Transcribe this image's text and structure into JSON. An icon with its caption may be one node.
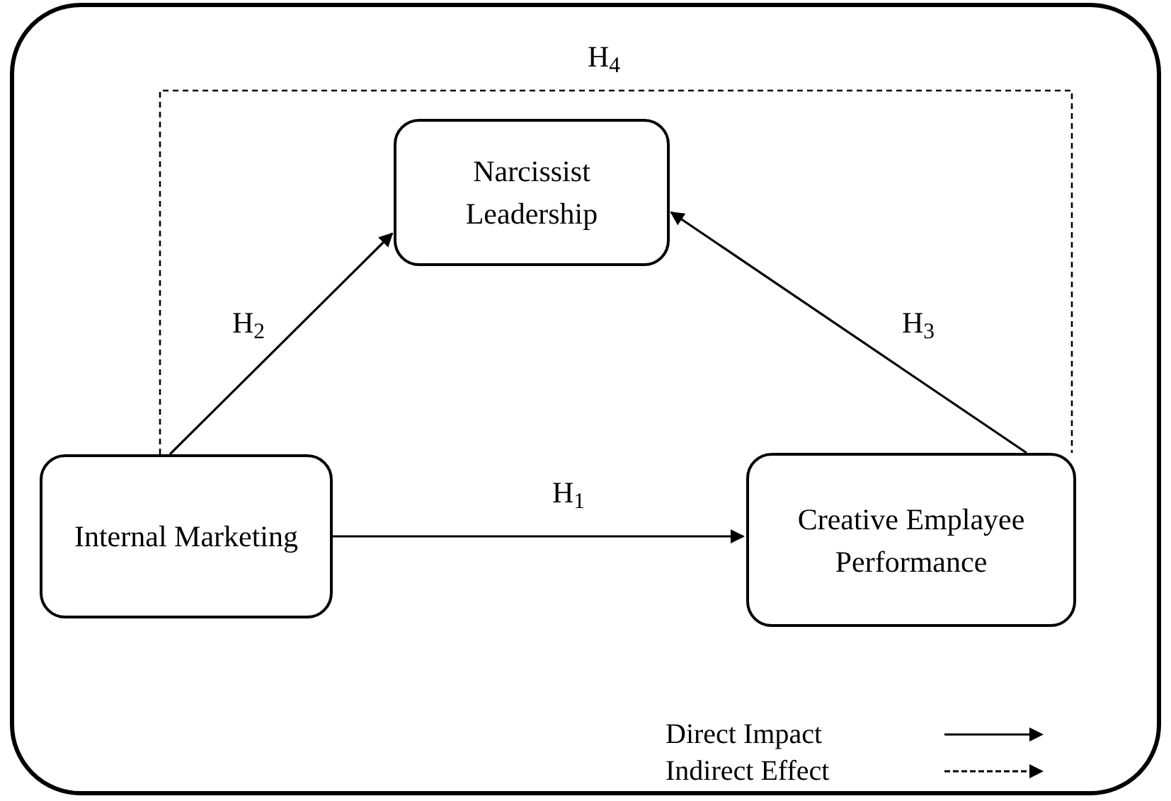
{
  "diagram": {
    "nodes": [
      {
        "text": [
          "Narcissist Leadership"
        ]
      },
      {
        "text": [
          "Internal Marketing"
        ]
      },
      {
        "text": [
          "Creative Emplayee Performance"
        ]
      }
    ],
    "edges": [
      {
        "from": 1,
        "to": 2,
        "arrow": "to",
        "label": "H$_{1}$"
      },
      {
        "from": 1,
        "to": 0,
        "arrow": "to",
        "label": "H$_{2}$"
      },
      {
        "from": 2,
        "to": 0,
        "arrow": "to",
        "label": "H$_{3}$"
      },
      {
        "from": 1,
        "to": 2,
        "arrow": "none",
        "style": "dashed",
        "label": "H$_{4}$"
      }
    ],
    "legend": [
      {
        "text": "Direct Impact"
      },
      {
        "text": "Indirect Effect"
      }
    ]
  }
}
